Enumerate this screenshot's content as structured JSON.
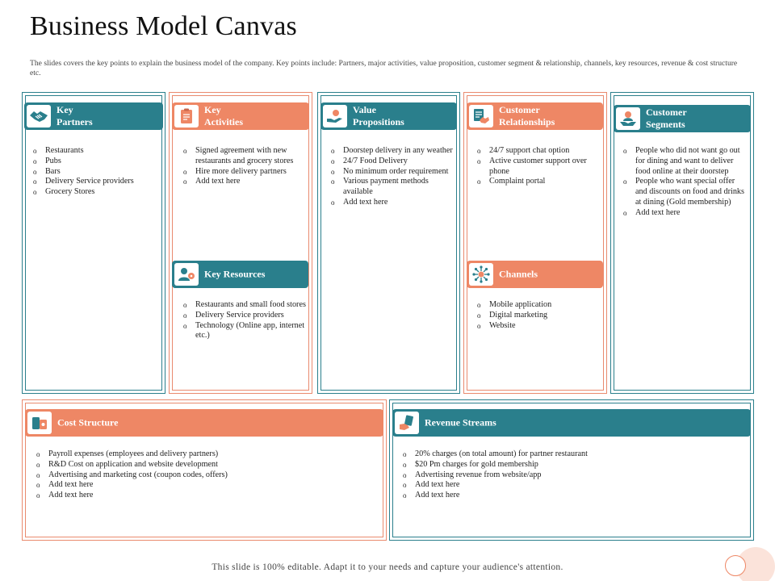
{
  "page": {
    "title": "Business Model Canvas",
    "subtitle": "The slides covers the key points to explain the business model of the company. Key points include: Partners, major activities, value proposition, customer segment & relationship, channels, key resources, revenue & cost structure etc.",
    "footer": "This slide is 100% editable.  Adapt it to your needs and capture your audience's attention."
  },
  "colors": {
    "teal": "#2a7f8c",
    "orange": "#ee8765",
    "border_orange": "#e98a6e"
  },
  "key_partners": {
    "label": "Key\nPartners",
    "icon": "handshake-icon",
    "items": [
      "Restaurants",
      "Pubs",
      "Bars",
      "Delivery Service providers",
      "Grocery Stores"
    ]
  },
  "key_activities": {
    "label": "Key\nActivities",
    "icon": "clipboard-icon",
    "items": [
      "Signed agreement with new restaurants and grocery stores",
      "Hire more delivery partners",
      "Add text here"
    ]
  },
  "key_resources": {
    "label": "Key Resources",
    "icon": "person-settings-icon",
    "items": [
      "Restaurants and small food stores",
      "Delivery Service providers",
      "Technology (Online app, internet etc.)"
    ]
  },
  "value_propositions": {
    "label": "Value\nPropositions",
    "icon": "hand-coin-icon",
    "items": [
      "Doorstep delivery in any weather",
      "24/7 Food Delivery",
      "No minimum order requirement",
      "Various payment methods available",
      "Add text here"
    ]
  },
  "customer_relationships": {
    "label": "Customer\nRelationships",
    "icon": "document-handshake-icon",
    "items": [
      "24/7 support chat option",
      "Active customer support over phone",
      "Complaint portal"
    ]
  },
  "channels": {
    "label": "Channels",
    "icon": "network-icon",
    "items": [
      "Mobile application",
      "Digital marketing",
      "Website"
    ]
  },
  "customer_segments": {
    "label": "Customer\nSegments",
    "icon": "person-hand-icon",
    "items": [
      "People who did not want go out for dining and want to deliver food online at their doorstep",
      "People who want special offer and discounts on food and drinks at dining (Gold membership)",
      "Add text here"
    ]
  },
  "cost_structure": {
    "label": "Cost Structure",
    "icon": "money-stack-icon",
    "items": [
      "Payroll expenses (employees and delivery partners)",
      "R&D Cost on application and website development",
      "Advertising and marketing cost (coupon codes, offers)",
      "Add text here",
      "Add text here"
    ]
  },
  "revenue_streams": {
    "label": "Revenue Streams",
    "icon": "hand-cash-icon",
    "items": [
      "20% charges (on total amount) for partner restaurant",
      "$20 Pm charges for gold membership",
      "Advertising revenue from website/app",
      "Add text here",
      "Add text here"
    ]
  }
}
